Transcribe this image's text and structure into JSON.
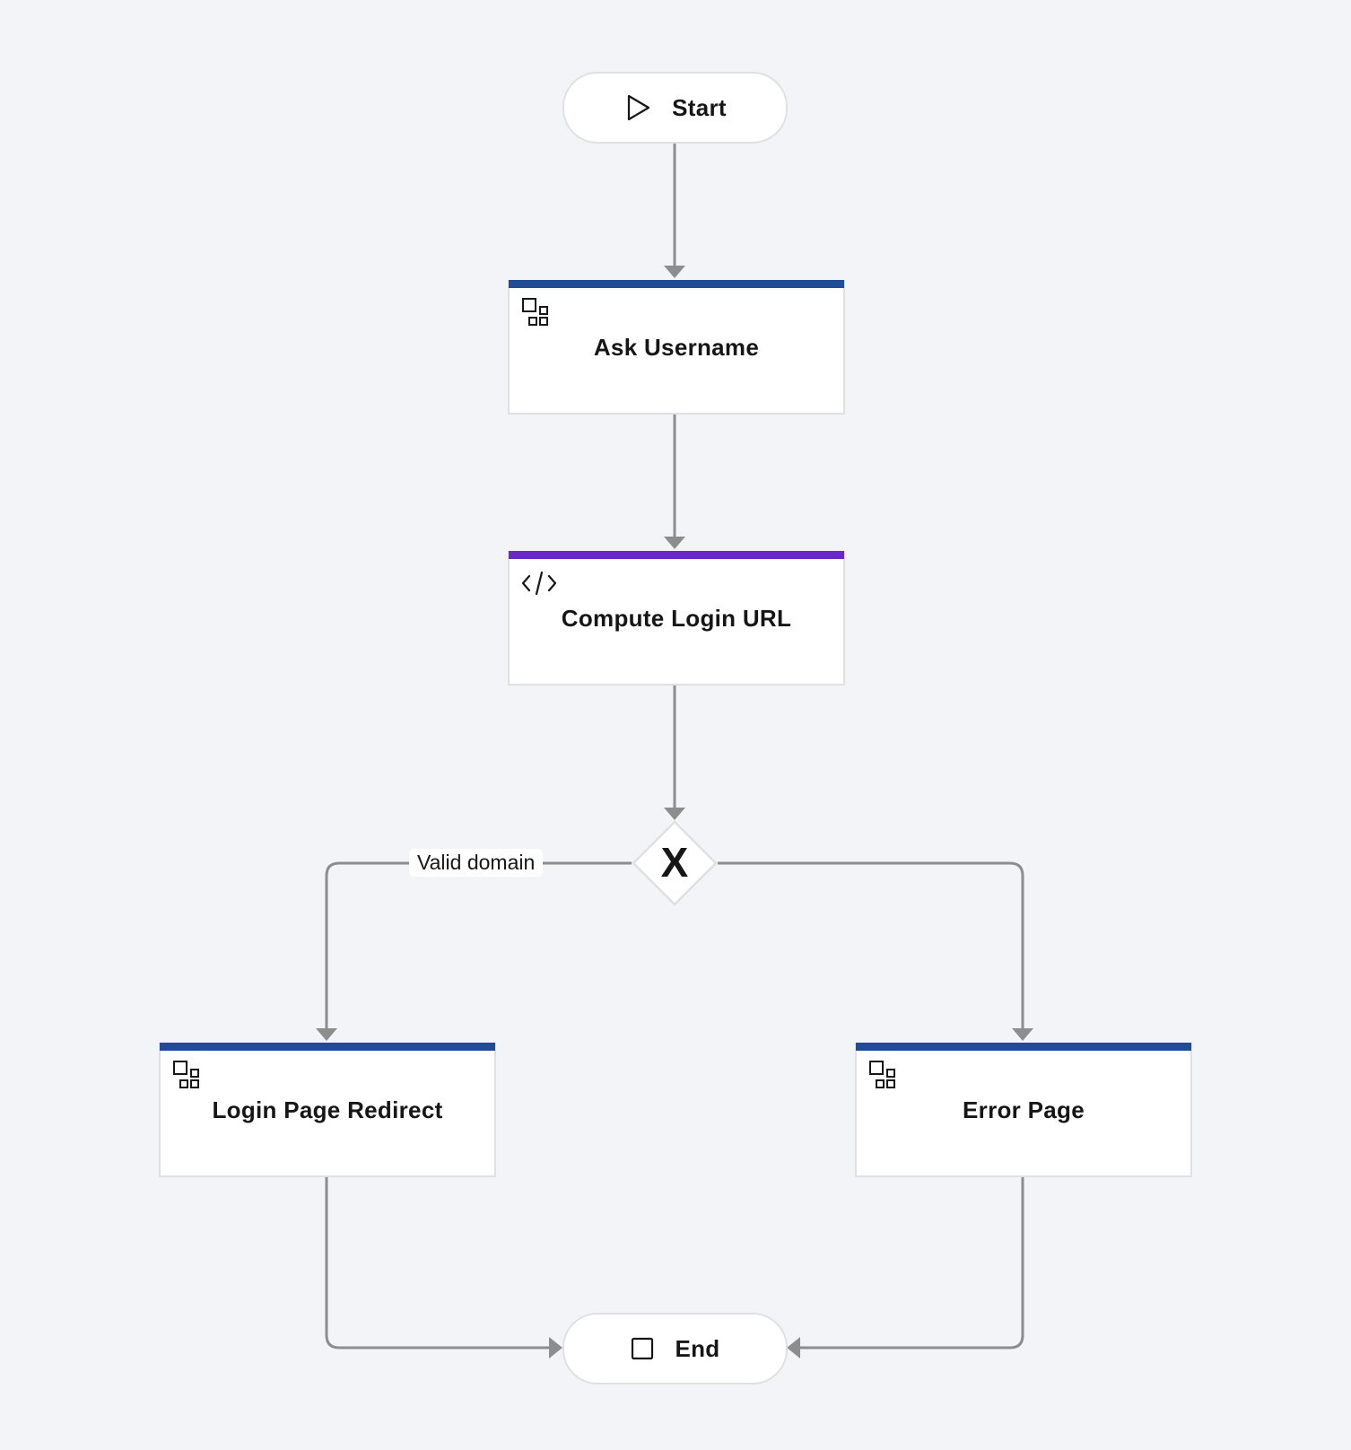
{
  "diagram": {
    "type": "workflow",
    "colors": {
      "background": "#f2f4f8",
      "user_task_accent": "#1f4c94",
      "script_task_accent": "#6929c4",
      "connector": "#8d8d8d"
    },
    "nodes": {
      "start": {
        "label": "Start",
        "icon": "play-icon"
      },
      "ask_username": {
        "label": "Ask Username",
        "icon": "user-task-icon"
      },
      "compute_login_url": {
        "label": "Compute Login URL",
        "icon": "code-icon"
      },
      "gateway": {
        "symbol": "X",
        "icon": "exclusive-gateway-icon"
      },
      "login_page_redirect": {
        "label": "Login Page Redirect",
        "icon": "user-task-icon"
      },
      "error_page": {
        "label": "Error Page",
        "icon": "user-task-icon"
      },
      "end": {
        "label": "End",
        "icon": "stop-icon"
      }
    },
    "edges": [
      {
        "from": "start",
        "to": "ask_username",
        "label": ""
      },
      {
        "from": "ask_username",
        "to": "compute_login_url",
        "label": ""
      },
      {
        "from": "compute_login_url",
        "to": "gateway",
        "label": ""
      },
      {
        "from": "gateway",
        "to": "login_page_redirect",
        "label": "Valid domain"
      },
      {
        "from": "gateway",
        "to": "error_page",
        "label": ""
      },
      {
        "from": "login_page_redirect",
        "to": "end",
        "label": ""
      },
      {
        "from": "error_page",
        "to": "end",
        "label": ""
      }
    ]
  }
}
